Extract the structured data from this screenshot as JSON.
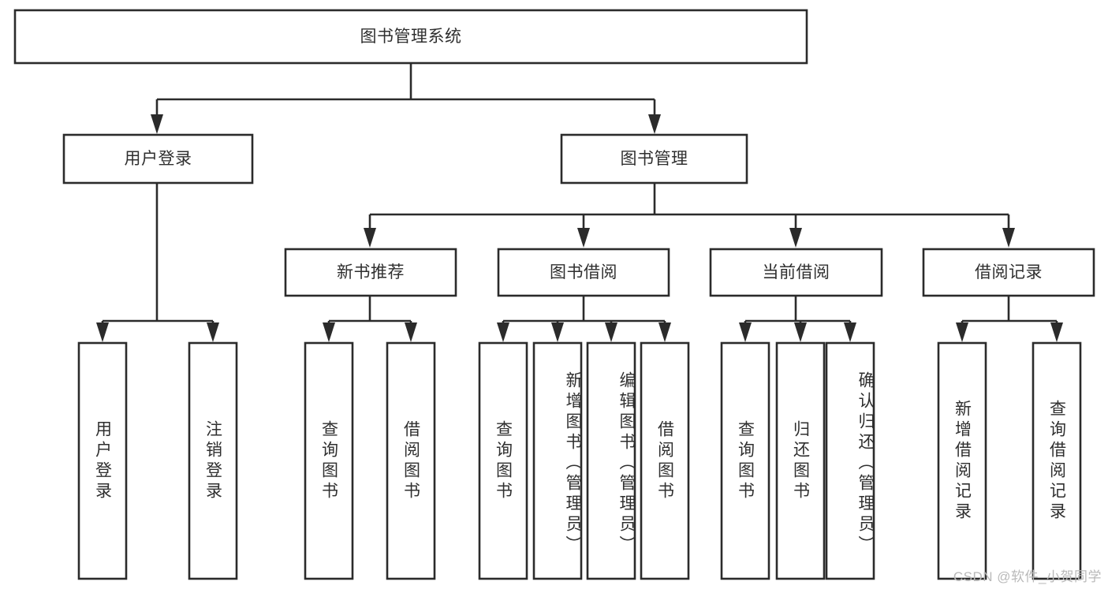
{
  "diagram": {
    "title": "图书管理系统",
    "type": "tree-hierarchy-flowchart",
    "colors": {
      "stroke": "#2b2b2b",
      "box_fill": "#ffffff",
      "text": "#2f2f2f",
      "background": "#ffffff",
      "watermark": "#b9b9b9"
    },
    "levels": [
      {
        "level": 1,
        "nodes": [
          {
            "id": "root",
            "label": "图书管理系统",
            "orientation": "horizontal"
          }
        ]
      },
      {
        "level": 2,
        "nodes": [
          {
            "id": "user-login",
            "label": "用户登录",
            "orientation": "horizontal",
            "parent": "root"
          },
          {
            "id": "book-manage",
            "label": "图书管理",
            "orientation": "horizontal",
            "parent": "root"
          }
        ]
      },
      {
        "level": 3,
        "nodes": [
          {
            "id": "new-book-rec",
            "label": "新书推荐",
            "orientation": "horizontal",
            "parent": "book-manage"
          },
          {
            "id": "book-borrow",
            "label": "图书借阅",
            "orientation": "horizontal",
            "parent": "book-manage"
          },
          {
            "id": "current-borrow",
            "label": "当前借阅",
            "orientation": "horizontal",
            "parent": "book-manage"
          },
          {
            "id": "borrow-record",
            "label": "借阅记录",
            "orientation": "horizontal",
            "parent": "book-manage"
          }
        ]
      },
      {
        "level": 4,
        "nodes": [
          {
            "id": "leaf-user-login",
            "label": "用户登录",
            "orientation": "vertical",
            "parent": "user-login"
          },
          {
            "id": "leaf-logout",
            "label": "注销登录",
            "orientation": "vertical",
            "parent": "user-login"
          },
          {
            "id": "leaf-rec-query",
            "label": "查询图书",
            "orientation": "vertical",
            "parent": "new-book-rec"
          },
          {
            "id": "leaf-rec-borrow",
            "label": "借阅图书",
            "orientation": "vertical",
            "parent": "new-book-rec"
          },
          {
            "id": "leaf-borrow-query",
            "label": "查询图书",
            "orientation": "vertical",
            "parent": "book-borrow"
          },
          {
            "id": "leaf-borrow-add",
            "label": "新增图书（管理员）",
            "orientation": "vertical",
            "parent": "book-borrow"
          },
          {
            "id": "leaf-borrow-edit",
            "label": "编辑图书（管理员）",
            "orientation": "vertical",
            "parent": "book-borrow"
          },
          {
            "id": "leaf-borrow-lend",
            "label": "借阅图书",
            "orientation": "vertical",
            "parent": "book-borrow"
          },
          {
            "id": "leaf-cur-query",
            "label": "查询图书",
            "orientation": "vertical",
            "parent": "current-borrow"
          },
          {
            "id": "leaf-cur-return",
            "label": "归还图书",
            "orientation": "vertical",
            "parent": "current-borrow"
          },
          {
            "id": "leaf-cur-confirm",
            "label": "确认归还（管理员）",
            "orientation": "vertical",
            "parent": "current-borrow"
          },
          {
            "id": "leaf-rec-add",
            "label": "新增借阅记录",
            "orientation": "vertical",
            "parent": "borrow-record"
          },
          {
            "id": "leaf-rec-search",
            "label": "查询借阅记录",
            "orientation": "vertical",
            "parent": "borrow-record"
          }
        ]
      }
    ]
  },
  "watermark": {
    "text": "CSDN @软件_小贺同学"
  }
}
